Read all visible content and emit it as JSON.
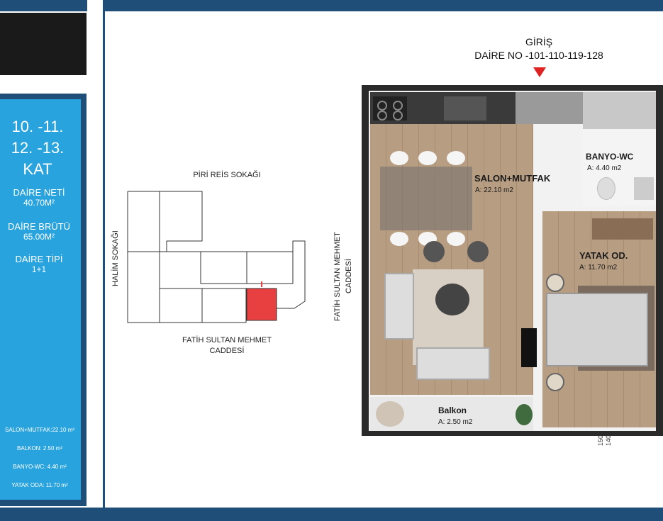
{
  "side": {
    "floors": [
      "10. -11.",
      "12. -13.",
      "KAT"
    ],
    "daire_neti_label": "DAİRE NETİ",
    "daire_neti_value": "40.70M²",
    "daire_brutu_label": "DAİRE BRÜTÜ",
    "daire_brutu_value": "65.00M²",
    "daire_tipi_label": "DAİRE TİPİ",
    "daire_tipi_value": "1+1",
    "areas": [
      "SALON+MUTFAK:22.10 m²",
      "BALKON: 2.50 m²",
      "BANYO-WC: 4.40 m²",
      "YATAK ODA: 11.70 m²"
    ]
  },
  "site_plan": {
    "top_street": "PİRİ REİS SOKAĞI",
    "left_street": "HALİM SOKAĞI",
    "bottom_street_1": "FATİH SULTAN MEHMET",
    "bottom_street_2": "CADDESİ",
    "right_street_1": "FATİH SULTAN MEHMET",
    "right_street_2": "CADDESİ",
    "highlight_color": "#e84040"
  },
  "entry": {
    "label": "GİRİŞ",
    "daire_no": "DAİRE NO  -101-110-119-128"
  },
  "rooms": {
    "salon": {
      "name": "SALON+MUTFAK",
      "area": "A: 22.10 m2"
    },
    "banyo": {
      "name": "BANYO-WC",
      "area": "A: 4.40 m2"
    },
    "yatak": {
      "name": "YATAK OD.",
      "area": "A: 11.70 m2"
    },
    "balkon": {
      "name": "Balkon",
      "area": "A: 2.50 m2"
    }
  },
  "dimensions": {
    "d1": "150",
    "d2": "140"
  },
  "colors": {
    "frame": "#1f4e79",
    "panel": "#29a3de",
    "arrow": "#e02222"
  }
}
